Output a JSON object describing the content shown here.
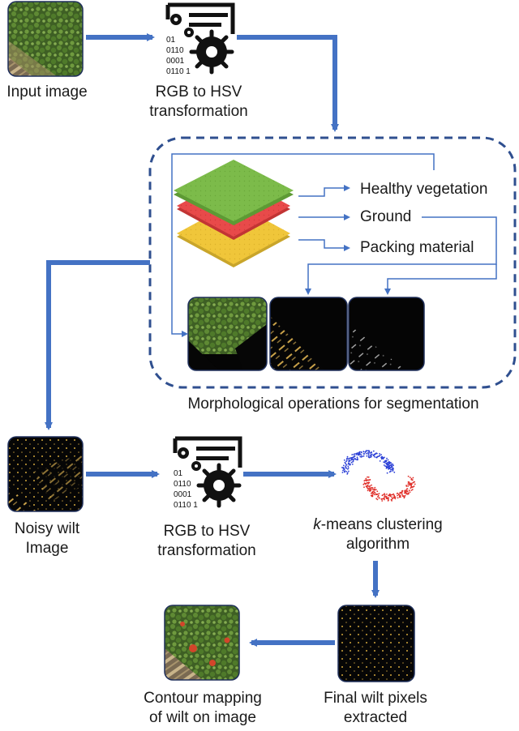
{
  "steps": {
    "input_image": {
      "label": "Input image"
    },
    "rgb_hsv_top": {
      "line1": "RGB to HSV",
      "line2": "transformation"
    },
    "segmentation": {
      "healthy": "Healthy vegetation",
      "ground": "Ground",
      "packing": "Packing material",
      "caption": "Morphological operations for segmentation"
    },
    "noisy_wilt": {
      "line1": "Noisy wilt",
      "line2": "Image"
    },
    "rgb_hsv_bottom": {
      "line1": "RGB to HSV",
      "line2": "transformation"
    },
    "kmeans": {
      "italic": "k",
      "line1_rest": "-means clustering",
      "line2": "algorithm"
    },
    "final_wilt": {
      "line1": "Final wilt pixels",
      "line2": "extracted"
    },
    "contour": {
      "line1": "Contour mapping",
      "line2": "of wilt on image"
    }
  },
  "icon_text": {
    "row1": "01",
    "row2": "0110",
    "row3": "0001",
    "row4": "0110 1"
  },
  "colors": {
    "arrow": "#4472c4",
    "dashed_border": "#2f4f8f",
    "layer_green": "#7cbb4a",
    "layer_red": "#e84a4a",
    "layer_yellow": "#f0c63a",
    "cluster_blue": "#2a3fd6",
    "cluster_red": "#e0302a"
  },
  "icons": [
    "input-image-thumbnail",
    "gear-binary-icon",
    "layer-stack-icon",
    "cluster-scatter-icon",
    "wilt-image-thumbnail",
    "contour-image-thumbnail"
  ]
}
